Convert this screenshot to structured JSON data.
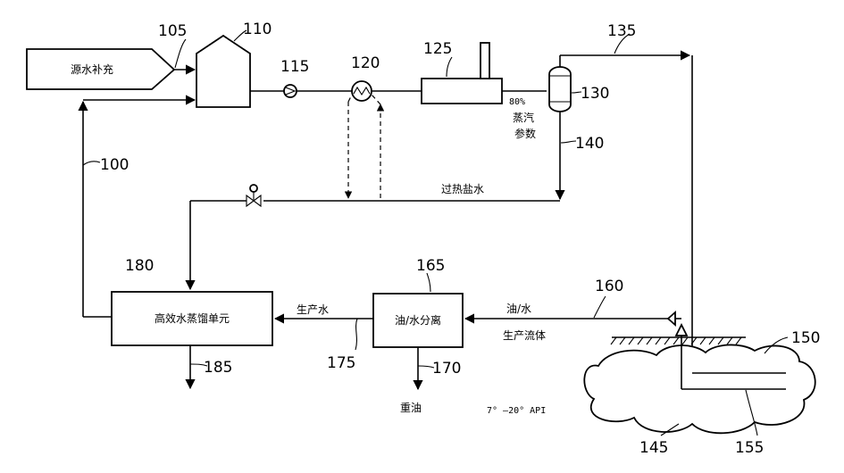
{
  "labels": {
    "source_water": "源水补充",
    "steam_unit": "高效水蒸馏单元",
    "oil_water_sep": "油/水分离",
    "steam_80": "80%",
    "steam_quality_1": "蒸汽",
    "steam_quality_2": "参数",
    "superheated_brine": "过热盐水",
    "produced_water": "生产水",
    "oil_water": "油/水",
    "produced_fluid": "生产流体",
    "heavy_oil": "重油",
    "api_range": "7°  —20° API"
  },
  "refs": {
    "r100": "100",
    "r105": "105",
    "r110": "110",
    "r115": "115",
    "r120": "120",
    "r125": "125",
    "r130": "130",
    "r135": "135",
    "r140": "140",
    "r145": "145",
    "r150": "150",
    "r155": "155",
    "r160": "160",
    "r165": "165",
    "r170": "170",
    "r175": "175",
    "r180": "180",
    "r185": "185"
  }
}
